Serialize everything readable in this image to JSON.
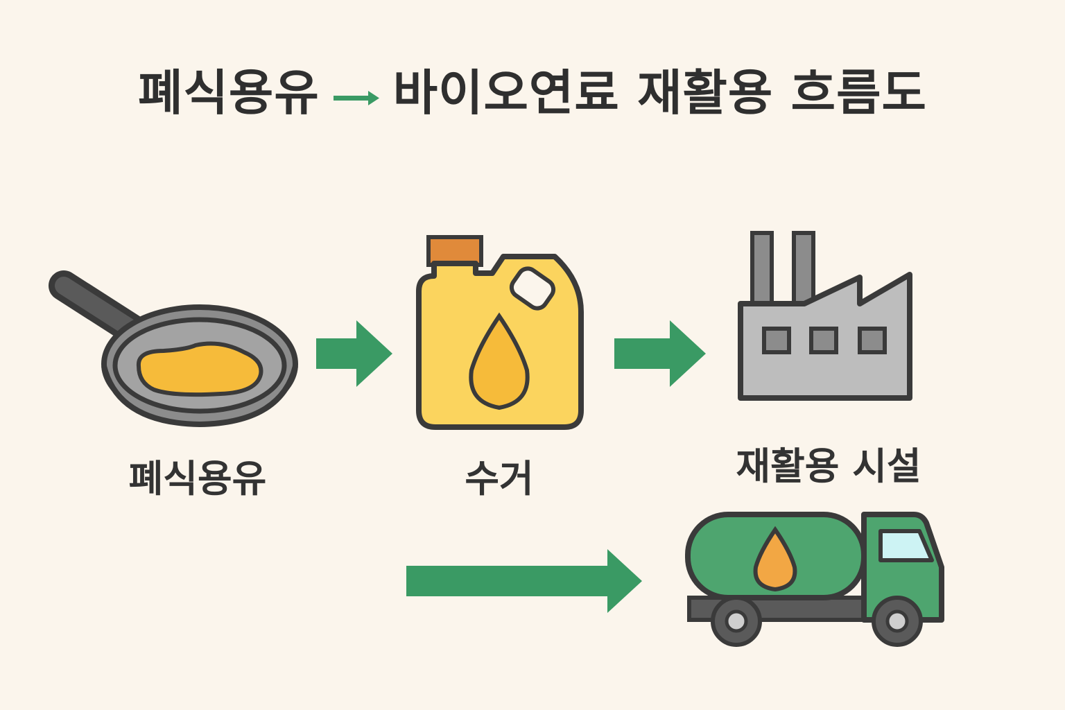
{
  "title": {
    "left": "폐식용유",
    "right": "바이오연료 재활용 흐름도"
  },
  "steps": [
    {
      "label": "폐식용유",
      "icon": "frying-pan-icon"
    },
    {
      "label": "수거",
      "icon": "oil-jerrycan-icon"
    },
    {
      "label": "재활용 시설",
      "icon": "factory-icon"
    },
    {
      "label": "",
      "icon": "tanker-truck-icon"
    }
  ],
  "colors": {
    "background": "#fbf5ec",
    "arrow": "#3a9a64",
    "outline": "#3a3a3a",
    "oil": "#f6bb3a",
    "canister": "#fbd45e",
    "cap": "#e08a3a",
    "factory": "#bdbdbd",
    "truck": "#4ea56f",
    "window": "#cdf3f4"
  }
}
